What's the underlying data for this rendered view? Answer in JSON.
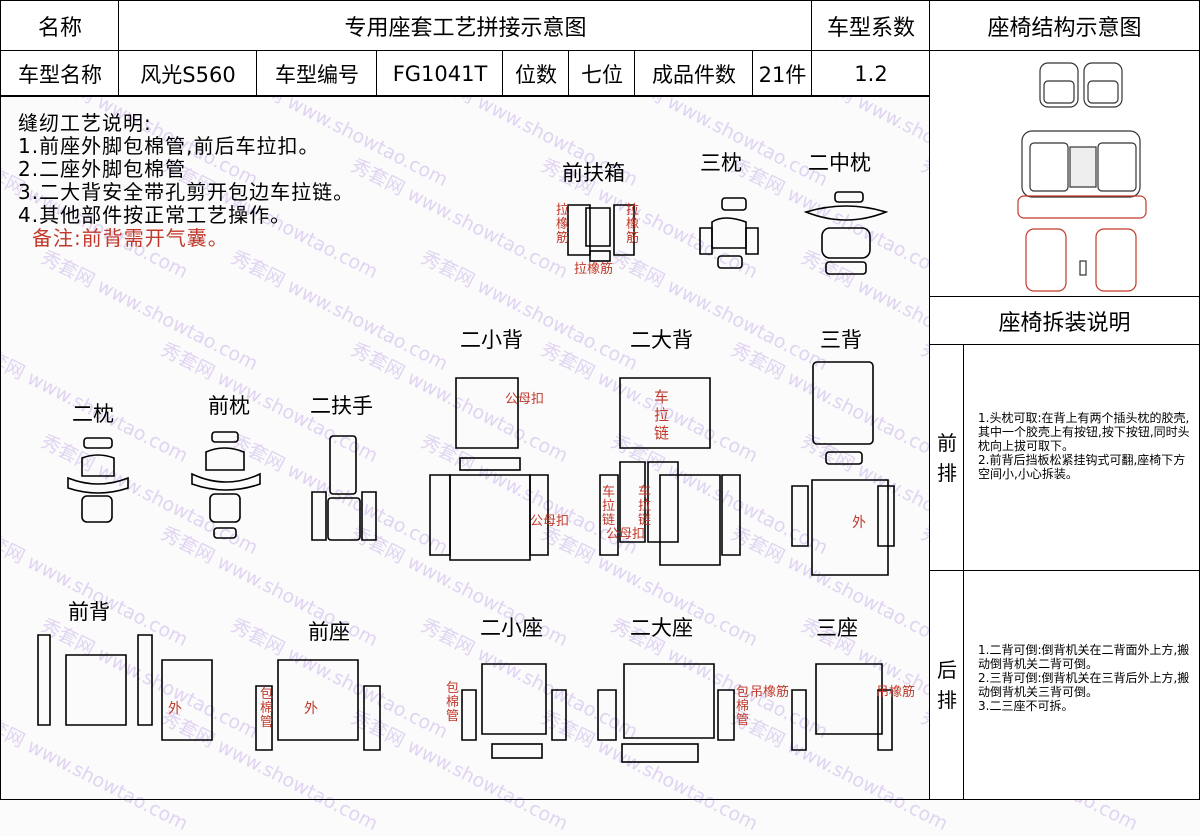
{
  "header": {
    "name_label": "名称",
    "title": "专用座套工艺拼接示意图",
    "coef_label": "车型系数",
    "struct_title": "座椅结构示意图"
  },
  "info": {
    "model_name_label": "车型名称",
    "model_name": "风光S560",
    "model_code_label": "车型编号",
    "model_code": "FG1041T",
    "seats_label": "位数",
    "seats": "七位",
    "pieces_label": "成品件数",
    "pieces": "21件",
    "coef": "1.2"
  },
  "notes": {
    "heading": "缝纫工艺说明:",
    "lines": [
      "1.前座外脚包棉管,前后车拉扣。",
      "2.二座外脚包棉管",
      "3.二大背安全带孔剪开包边车拉链。",
      "4.其他部件按正常工艺操作。"
    ],
    "remark": "备注:前背需开气囊。"
  },
  "parts": {
    "front_box": "前扶箱",
    "third_pillow": "三枕",
    "second_mid_pillow": "二中枕",
    "second_small_back": "二小背",
    "second_big_back": "二大背",
    "third_back": "三背",
    "second_pillow": "二枕",
    "front_pillow": "前枕",
    "second_armrest": "二扶手",
    "front_back": "前背",
    "front_seat": "前座",
    "second_small_seat": "二小座",
    "second_big_seat": "二大座",
    "third_seat": "三座"
  },
  "red_labels": {
    "lala1": "拉\n橡\n筋",
    "lala2": "拉\n橡\n筋",
    "lala3": "拉橡筋",
    "gongmu1": "公母扣",
    "gongmu2": "公母扣",
    "chelalian": "车\n拉\n链",
    "cheka1": "车\n拉\n链",
    "cheka2": "车\n拉\n链",
    "gongmu3": "公母扣",
    "wai1": "外",
    "wai2": "外",
    "wai3": "外",
    "baomian1": "包\n棉\n管",
    "baomian2": "包\n棉\n管",
    "baomian3": "包\n棉\n管",
    "diaoxiang1": "吊橡筋",
    "diaoxiang2": "吊橡筋"
  },
  "sidebar": {
    "disassembly_title": "座椅拆装说明",
    "front_row_label": "前\n排",
    "front_row_text": "1.头枕可取:在背上有两个插头枕的胶壳,其中一个胶壳上有按钮,按下按钮,同时头枕向上拔可取下。\n2.前背后挡板松紧挂钩式可翻,座椅下方空间小,小心拆装。",
    "rear_row_label": "后\n排",
    "rear_row_text": "1.二背可倒:倒背机关在二背面外上方,搬动倒背机关二背可倒。\n2.三背可倒:倒背机关在三背后外上方,搬动倒背机关三背可倒。\n3.二三座不可拆。"
  },
  "watermark": {
    "text1": "www.showtao.com",
    "text2": "秀套网"
  }
}
